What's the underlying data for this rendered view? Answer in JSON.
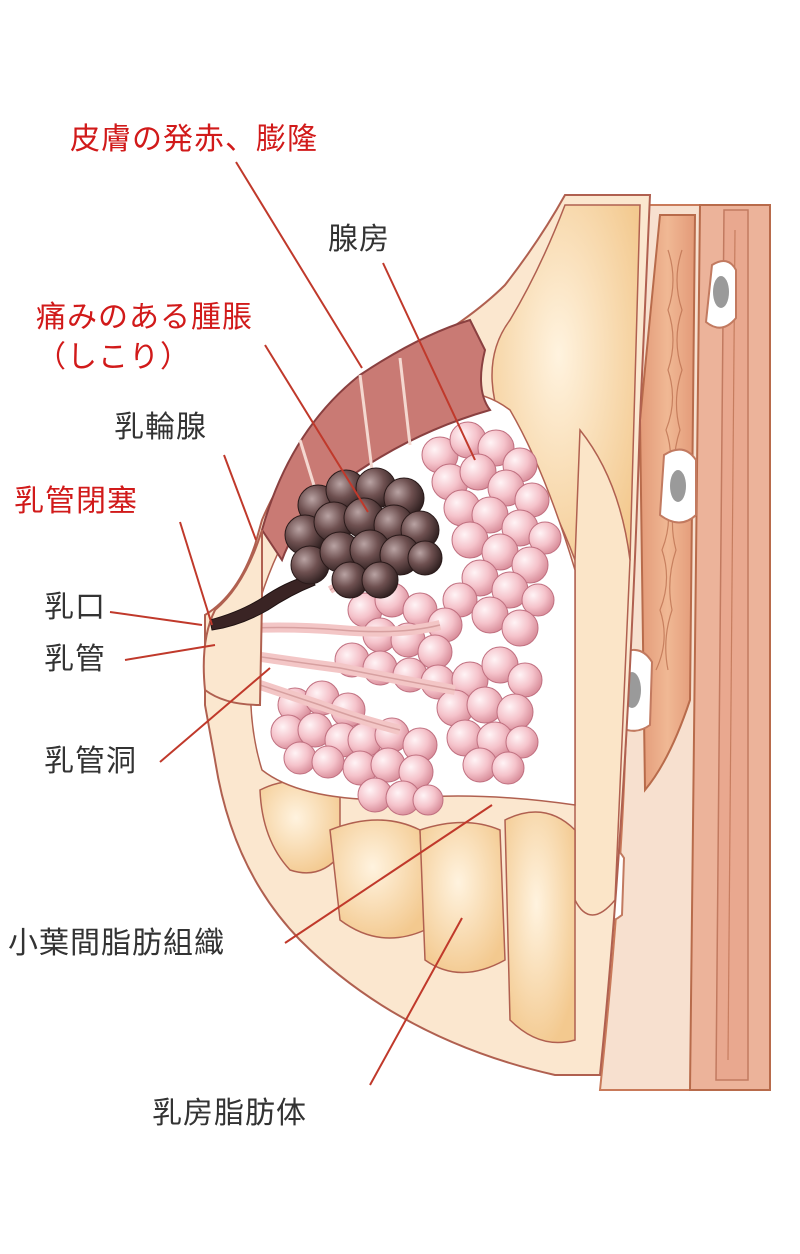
{
  "labels": {
    "skin_redness_swelling": "皮膚の発赤、膨隆",
    "gland_lobe": "腺房",
    "painful_mass": "痛みのある腫脹",
    "painful_mass_sub": "（しこり）",
    "areolar_gland": "乳輪腺",
    "duct_blockage": "乳管閉塞",
    "nipple_opening": "乳口",
    "milk_duct": "乳管",
    "lactiferous_sinus": "乳管洞",
    "interlobular_fat": "小葉間脂肪組織",
    "breast_fat_body": "乳房脂肪体"
  },
  "colors": {
    "warning_text": "#d11a1a",
    "normal_text": "#333333",
    "leader_line": "#c0392b",
    "fat": "#f6d2a0",
    "muscle": "#e8a58a",
    "skin_inflamed": "#c97a74",
    "gland": "#f2b6bf",
    "mass": "#4a3535"
  }
}
